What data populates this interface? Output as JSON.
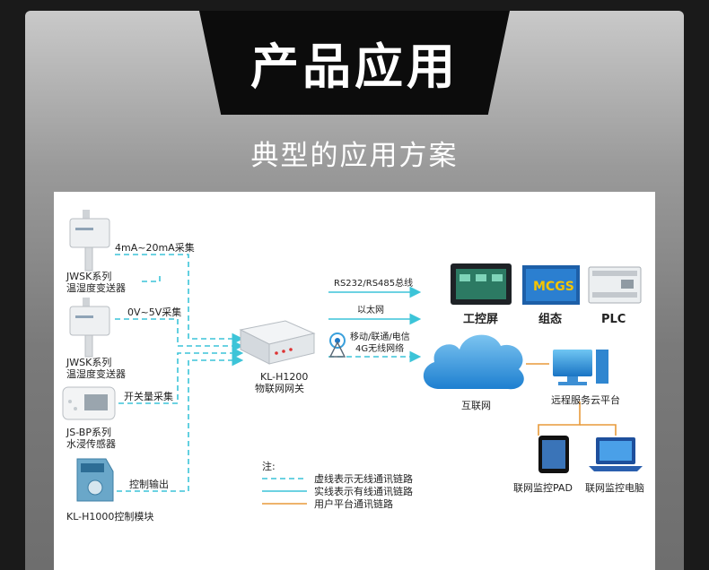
{
  "header": {
    "title": "产品应用",
    "subtitle": "典型的应用方案"
  },
  "devices": {
    "sensor1_name": "JWSK系列",
    "sensor1_type": "温湿度变送器",
    "sensor2_name": "JWSK系列",
    "sensor2_type": "温湿度变送器",
    "water_name": "JS-BP系列",
    "water_type": "水浸传感器",
    "control_module": "KL-H1000控制模块"
  },
  "links": {
    "current": "4mA~20mA采集",
    "voltage": "0V~5V采集",
    "switch": "开关量采集",
    "control": "控制输出",
    "rs_bus": "RS232/RS485总线",
    "ethernet": "以太网",
    "mobile": "移动/联通/电信",
    "wireless4g": "4G无线网络"
  },
  "gateway": {
    "model": "KL-H1200",
    "type": "物联网网关"
  },
  "targets": {
    "hmi": "工控屏",
    "config": "组态",
    "plc": "PLC",
    "internet": "互联网",
    "cloud_platform": "远程服务云平台",
    "pad": "联网监控PAD",
    "pc": "联网监控电脑",
    "mcgs_logo": "MCGS"
  },
  "legend": {
    "title": "注:",
    "dashed": "虚线表示无线通讯链路",
    "solid": "实线表示有线通讯链路",
    "platform": "用户平台通讯链路"
  },
  "colors": {
    "link": "#3cc4d8",
    "platform": "#e89a3a",
    "cloud": "#2c8ed8"
  }
}
